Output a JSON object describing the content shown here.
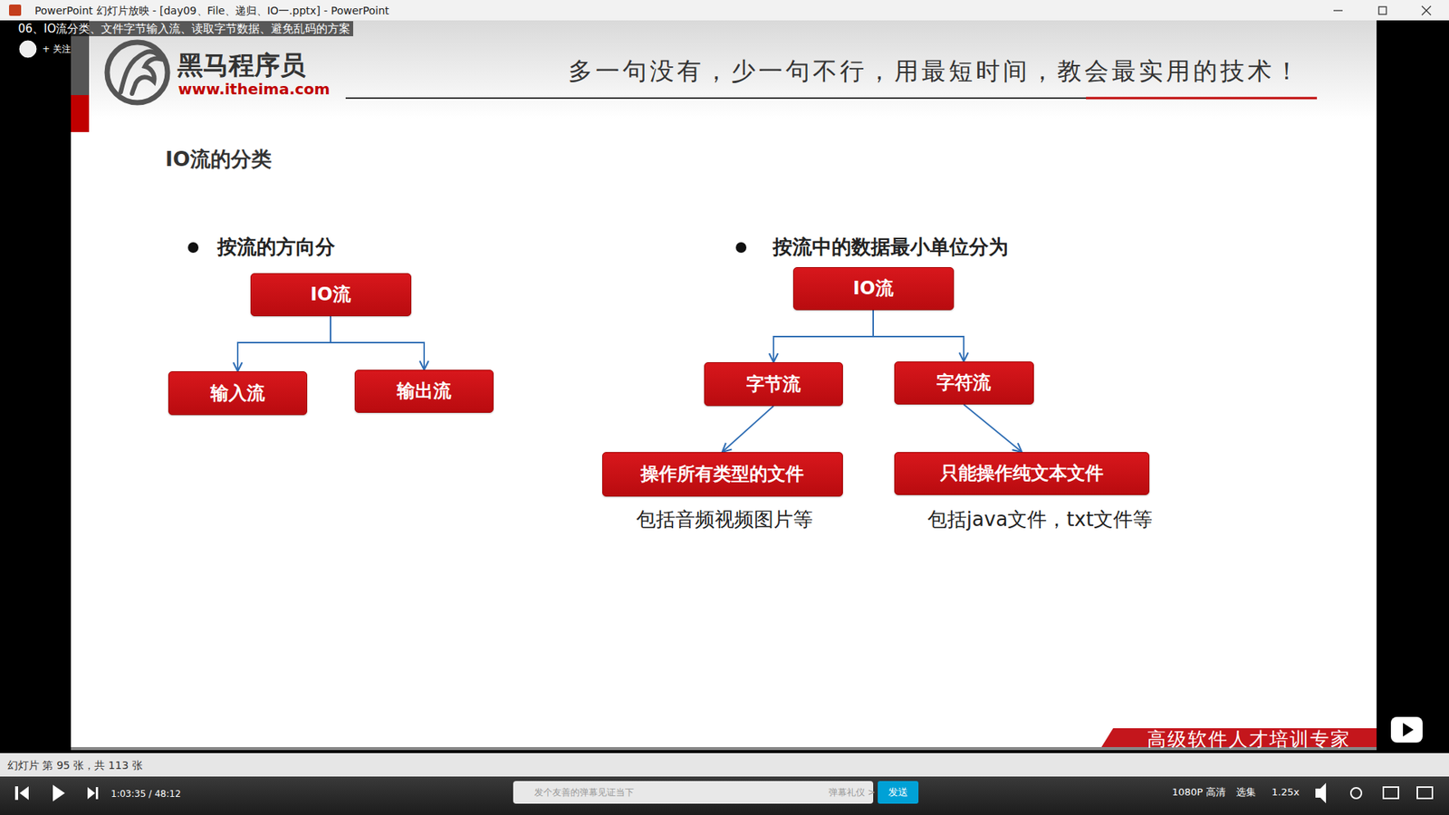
{
  "diagram": {
    "title": "IO流的分类",
    "nodes": [
      {
        "text": [
          "IO流"
        ]
      },
      {
        "text": [
          "输入流"
        ]
      },
      {
        "text": [
          "输出流"
        ]
      },
      {
        "text": [
          "IO流"
        ]
      },
      {
        "text": [
          "字节流"
        ]
      },
      {
        "text": [
          "字符流"
        ]
      },
      {
        "text": [
          "操作所有类型的文件"
        ]
      },
      {
        "text": [
          "只能操作纯文本文件"
        ]
      }
    ],
    "edges": [
      {
        "from": 0,
        "to": 1,
        "arrow": "to"
      },
      {
        "from": 0,
        "to": 2,
        "arrow": "to"
      },
      {
        "from": 3,
        "to": 4,
        "arrow": "to"
      },
      {
        "from": 3,
        "to": 5,
        "arrow": "to"
      },
      {
        "from": 4,
        "to": 6,
        "arrow": "to"
      },
      {
        "from": 5,
        "to": 7,
        "arrow": "to"
      }
    ],
    "labels": [
      "PowerPoint 幻灯片放映 - [day09、File、递归、IO一.pptx] - PowerPoint",
      "06、IO流分类、文件字节输入流、读取字节数据、避免乱码的方案",
      "+ 关注",
      "黑马程序员",
      "www.itheima.com",
      "多一句没有，少一句不行，用最短时间，教会最实用的技术！",
      "按流的方向分",
      "按流中的数据最小单位分为",
      "包括音频视频图片等",
      "包括java文件，txt文件等",
      "高级软件人才培训专家",
      "幻灯片 第 95 张，共 113 张",
      "1:03:35 / 48:12",
      "发个友善的弹幕见证当下",
      "弹幕礼仪 >",
      "发送",
      "1080P 高清",
      "选集",
      "1.25x"
    ]
  }
}
